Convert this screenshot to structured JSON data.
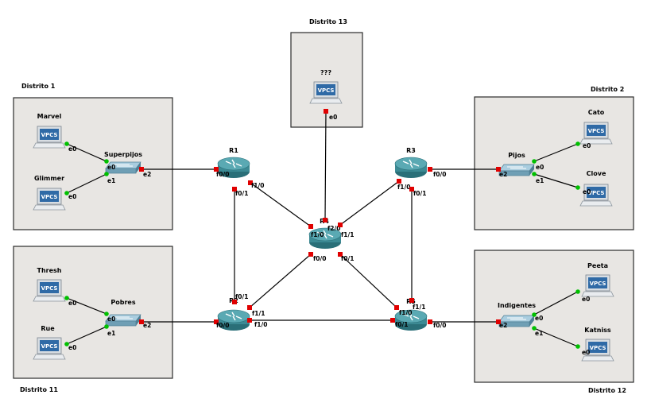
{
  "colors": {
    "canvas": "#ffffff",
    "area_fill": "#e8e6e3",
    "area_border": "#2b2b2b",
    "link": "#000000",
    "port_down": "#e00000",
    "port_up": "#00c000",
    "router": "#3c8a94",
    "switch": "#6f9fb5",
    "vpcs_screen": "#2f6aa6"
  },
  "areas": [
    {
      "id": "d1",
      "title": "Distrito 1"
    },
    {
      "id": "d2",
      "title": "Distrito 2"
    },
    {
      "id": "d11",
      "title": "Distrito 11"
    },
    {
      "id": "d12",
      "title": "Distrito 12"
    },
    {
      "id": "d13",
      "title": "Distrito 13"
    }
  ],
  "routers": [
    {
      "id": "R1",
      "label": "R1",
      "icon": "router-icon"
    },
    {
      "id": "R3",
      "label": "R3",
      "icon": "router-icon"
    },
    {
      "id": "R4",
      "label": "R4",
      "icon": "router-icon"
    },
    {
      "id": "R2",
      "label": "R2",
      "icon": "router-icon"
    },
    {
      "id": "R5",
      "label": "R5",
      "icon": "router-icon"
    }
  ],
  "switches": [
    {
      "id": "sw1",
      "label": "Superpijos",
      "icon": "switch-icon"
    },
    {
      "id": "sw2",
      "label": "Pijos",
      "icon": "switch-icon"
    },
    {
      "id": "sw11",
      "label": "Pobres",
      "icon": "switch-icon"
    },
    {
      "id": "sw12",
      "label": "Indigentes",
      "icon": "switch-icon"
    }
  ],
  "hosts": [
    {
      "id": "marvel",
      "label": "Marvel",
      "icon": "vpcs-icon",
      "badge": "VPCS"
    },
    {
      "id": "glimmer",
      "label": "Glimmer",
      "icon": "vpcs-icon",
      "badge": "VPCS"
    },
    {
      "id": "cato",
      "label": "Cato",
      "icon": "vpcs-icon",
      "badge": "VPCS"
    },
    {
      "id": "clove",
      "label": "Clove",
      "icon": "vpcs-icon",
      "badge": "VPCS"
    },
    {
      "id": "thresh",
      "label": "Thresh",
      "icon": "vpcs-icon",
      "badge": "VPCS"
    },
    {
      "id": "rue",
      "label": "Rue",
      "icon": "vpcs-icon",
      "badge": "VPCS"
    },
    {
      "id": "peeta",
      "label": "Peeta",
      "icon": "vpcs-icon",
      "badge": "VPCS"
    },
    {
      "id": "katniss",
      "label": "Katniss",
      "icon": "vpcs-icon",
      "badge": "VPCS"
    },
    {
      "id": "unknown",
      "label": "???",
      "icon": "vpcs-icon",
      "badge": "VPCS"
    }
  ],
  "links": [
    {
      "id": "l-marvel-sw1",
      "a": "marvel",
      "b": "sw1",
      "pa": "e0",
      "pb": "e0",
      "status": "up"
    },
    {
      "id": "l-glimmer-sw1",
      "a": "glimmer",
      "b": "sw1",
      "pa": "e0",
      "pb": "e1",
      "status": "up"
    },
    {
      "id": "l-sw1-r1",
      "a": "sw1",
      "b": "R1",
      "pa": "e2",
      "pb": "f0/0",
      "status": "down"
    },
    {
      "id": "l-r1-r2",
      "a": "R1",
      "b": "R2",
      "pa": "f0/1",
      "pb": "f0/1",
      "status": "down"
    },
    {
      "id": "l-r1-r4",
      "a": "R1",
      "b": "R4",
      "pa": "f1/0",
      "pb": "f1/0",
      "status": "down"
    },
    {
      "id": "l-unknown-r4",
      "a": "unknown",
      "b": "R4",
      "pa": "e0",
      "pb": "f2/0",
      "status": "down"
    },
    {
      "id": "l-r3-r4",
      "a": "R3",
      "b": "R4",
      "pa": "f1/0",
      "pb": "f1/1",
      "status": "down"
    },
    {
      "id": "l-r3-sw2",
      "a": "R3",
      "b": "sw2",
      "pa": "f0/0",
      "pb": "e2",
      "status": "down"
    },
    {
      "id": "l-r3-r5",
      "a": "R3",
      "b": "R5",
      "pa": "f0/1",
      "pb": "f1/1",
      "status": "down"
    },
    {
      "id": "l-cato-sw2",
      "a": "cato",
      "b": "sw2",
      "pa": "e0",
      "pb": "e0",
      "status": "up"
    },
    {
      "id": "l-clove-sw2",
      "a": "clove",
      "b": "sw2",
      "pa": "e0",
      "pb": "e1",
      "status": "up"
    },
    {
      "id": "l-r4-r2",
      "a": "R4",
      "b": "R2",
      "pa": "f0/0",
      "pb": "f1/1",
      "status": "down"
    },
    {
      "id": "l-r4-r5",
      "a": "R4",
      "b": "R5",
      "pa": "f0/1",
      "pb": "f1/0",
      "status": "down"
    },
    {
      "id": "l-r2-r5",
      "a": "R2",
      "b": "R5",
      "pa": "f1/0",
      "pb": "f0/1",
      "status": "down"
    },
    {
      "id": "l-sw11-r2",
      "a": "sw11",
      "b": "R2",
      "pa": "e2",
      "pb": "f0/0",
      "status": "down"
    },
    {
      "id": "l-r5-sw12",
      "a": "R5",
      "b": "sw12",
      "pa": "f0/0",
      "pb": "e2",
      "status": "down"
    },
    {
      "id": "l-thresh-sw11",
      "a": "thresh",
      "b": "sw11",
      "pa": "e0",
      "pb": "e0",
      "status": "up"
    },
    {
      "id": "l-rue-sw11",
      "a": "rue",
      "b": "sw11",
      "pa": "e0",
      "pb": "e1",
      "status": "up"
    },
    {
      "id": "l-peeta-sw12",
      "a": "peeta",
      "b": "sw12",
      "pa": "e0",
      "pb": "e0",
      "status": "up"
    },
    {
      "id": "l-katniss-sw12",
      "a": "katniss",
      "b": "sw12",
      "pa": "e0",
      "pb": "e1",
      "status": "up"
    }
  ]
}
